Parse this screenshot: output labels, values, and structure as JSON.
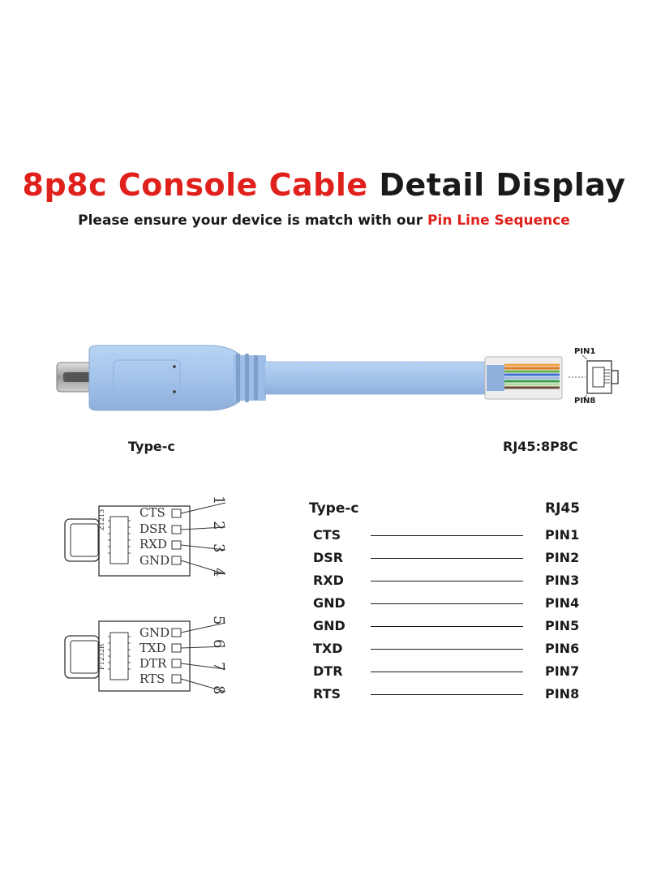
{
  "header": {
    "title_red": "8p8c Console Cable",
    "title_black": "Detail Display",
    "subtitle_black": "Please ensure your device is match with our",
    "subtitle_red": "Pin Line Sequence"
  },
  "cable": {
    "pin_top_label": "PIN1",
    "pin_bottom_label": "PIN8",
    "left_caption": "Type-c",
    "right_caption": "RJ45:8P8C"
  },
  "schematic": {
    "chip_top": "ZT213",
    "chip_bottom": "FT232R",
    "top_signals": [
      "CTS",
      "DSR",
      "RXD",
      "GND"
    ],
    "top_numbers": [
      "1",
      "2",
      "3",
      "4"
    ],
    "bottom_signals": [
      "GND",
      "TXD",
      "DTR",
      "RTS"
    ],
    "bottom_numbers": [
      "5",
      "6",
      "7",
      "8"
    ]
  },
  "pin_table": {
    "header_left": "Type-c",
    "header_right": "RJ45",
    "rows": [
      {
        "left": "CTS",
        "right": "PIN1"
      },
      {
        "left": "DSR",
        "right": "PIN2"
      },
      {
        "left": "RXD",
        "right": "PIN3"
      },
      {
        "left": "GND",
        "right": "PIN4"
      },
      {
        "left": "GND",
        "right": "PIN5"
      },
      {
        "left": "TXD",
        "right": "PIN6"
      },
      {
        "left": "DTR",
        "right": "PIN7"
      },
      {
        "left": "RTS",
        "right": "PIN8"
      }
    ]
  }
}
